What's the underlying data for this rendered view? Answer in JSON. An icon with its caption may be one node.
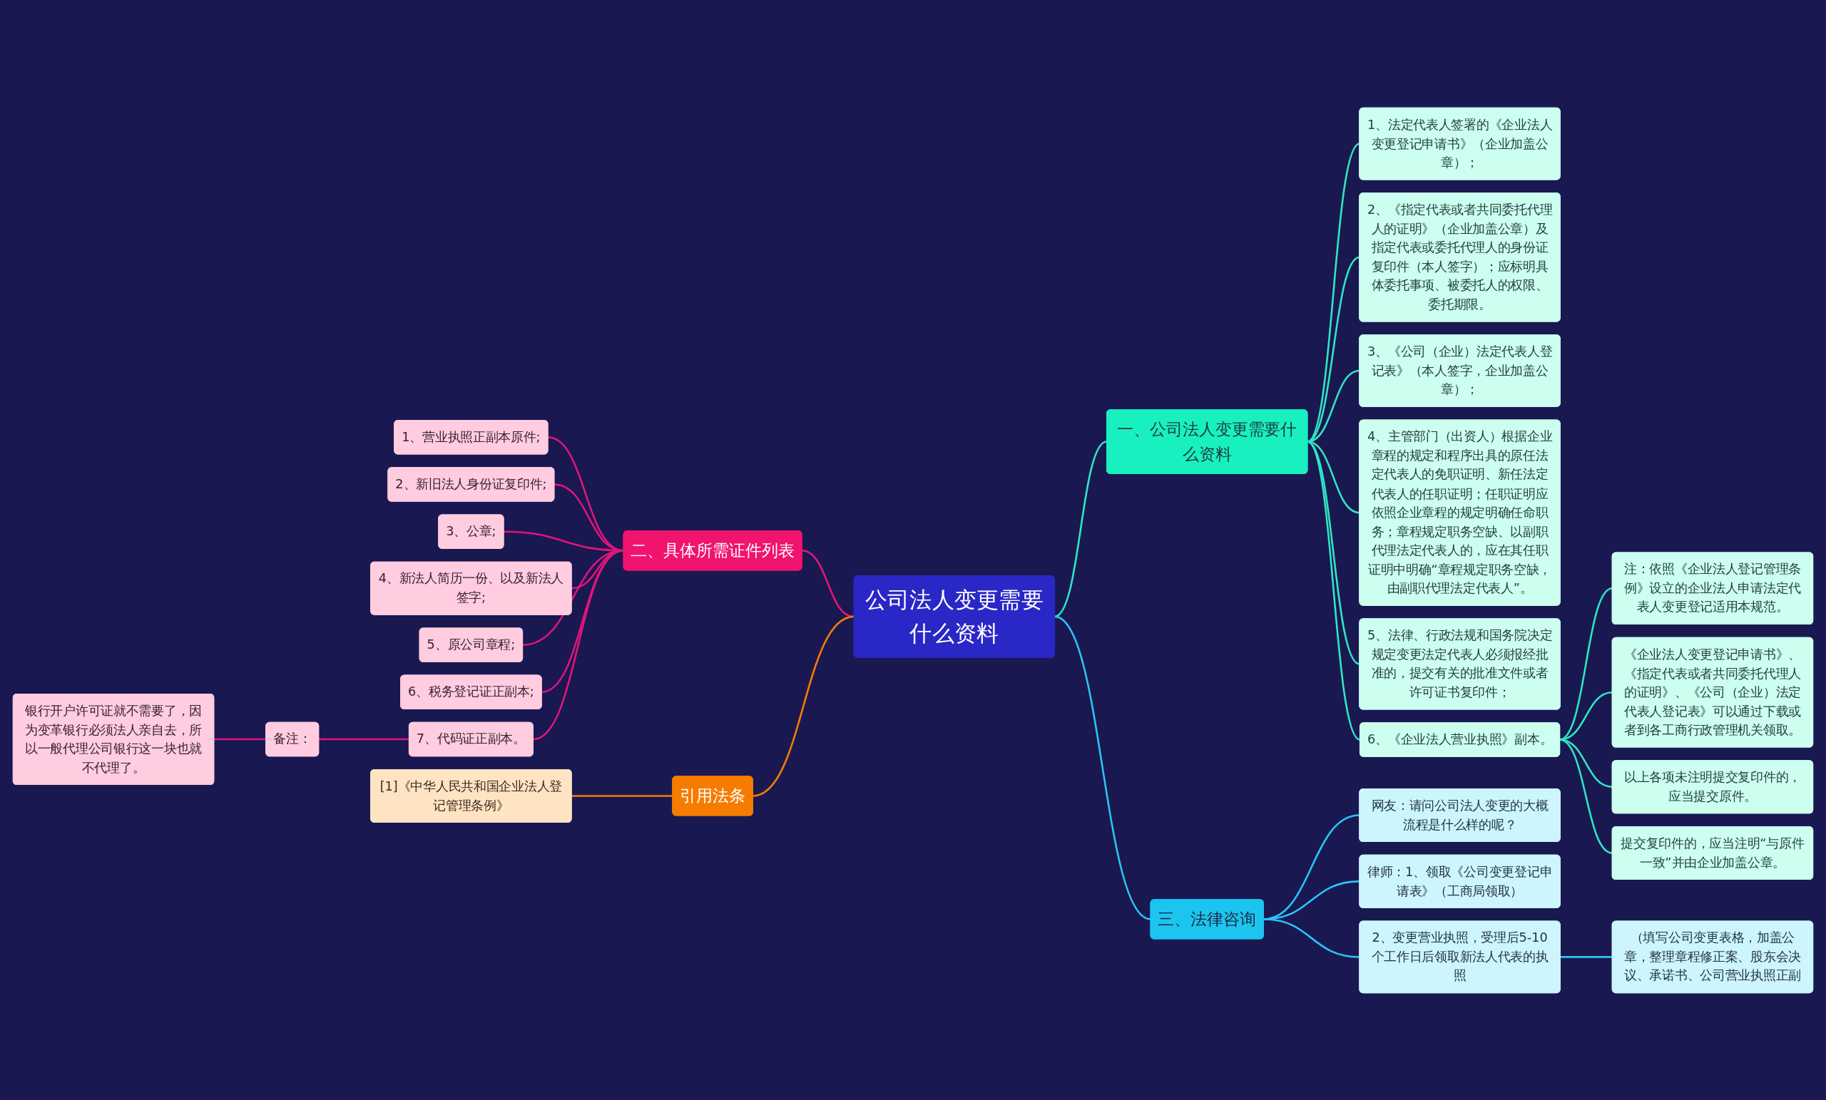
{
  "diagram": {
    "nodes": [
      {
        "text": [
          "公司法人变更需要什么资料"
        ]
      },
      {
        "text": [
          "一、公司法人变更需要什么资料"
        ]
      },
      {
        "text": [
          "1、法定代表人签署的《企业法人变更登记申请书》（企业加盖公章）；"
        ]
      },
      {
        "text": [
          "2、《指定代表或者共同委托代理人的证明》（企业加盖公章）及指定代表或委托代理人的身份证复印件（本人签字）；应标明具体委托事项、被委托人的权限、委托期限。"
        ]
      },
      {
        "text": [
          "3、《公司（企业）法定代表人登记表》（本人签字，企业加盖公章）；"
        ]
      },
      {
        "text": [
          "4、主管部门（出资人）根据企业章程的规定和程序出具的原任法定代表人的免职证明、新任法定代表人的任职证明；任职证明应依照企业章程的规定明确任命职务；章程规定职务空缺、以副职代理法定代表人的，应在其任职证明中明确“章程规定职务空缺，由副职代理法定代表人”。"
        ]
      },
      {
        "text": [
          "5、法律、行政法规和国务院决定规定变更法定代表人必须报经批准的，提交有关的批准文件或者许可证书复印件；"
        ]
      },
      {
        "text": [
          "6、《企业法人营业执照》副本。"
        ]
      },
      {
        "text": [
          "注：依照《企业法人登记管理条例》设立的企业法人申请法定代表人变更登记适用本规范。"
        ]
      },
      {
        "text": [
          "《企业法人变更登记申请书》、《指定代表或者共同委托代理人的证明》、《公司（企业）法定代表人登记表》可以通过下载或者到各工商行政管理机关领取。"
        ]
      },
      {
        "text": [
          "以上各项未注明提交复印件的，应当提交原件。"
        ]
      },
      {
        "text": [
          "提交复印件的，应当注明“与原件一致”并由企业加盖公章。"
        ]
      },
      {
        "text": [
          "三、法律咨询"
        ]
      },
      {
        "text": [
          "网友：请问公司法人变更的大概流程是什么样的呢？"
        ]
      },
      {
        "text": [
          "律师：1、领取《公司变更登记申请表》（工商局领取）"
        ]
      },
      {
        "text": [
          "2、变更营业执照，受理后5-10个工作日后领取新法人代表的执照"
        ]
      },
      {
        "text": [
          "（填写公司变更表格，加盖公章，整理章程修正案、股东会决议、承诺书、公司营业执照正副"
        ]
      },
      {
        "text": [
          "二、具体所需证件列表"
        ]
      },
      {
        "text": [
          "1、营业执照正副本原件;"
        ]
      },
      {
        "text": [
          "2、新旧法人身份证复印件;"
        ]
      },
      {
        "text": [
          "3、公章;"
        ]
      },
      {
        "text": [
          "4、新法人简历一份、以及新法人签字;"
        ]
      },
      {
        "text": [
          "5、原公司章程;"
        ]
      },
      {
        "text": [
          "6、税务登记证正副本;"
        ]
      },
      {
        "text": [
          "7、代码证正副本。"
        ]
      },
      {
        "text": [
          "备注："
        ]
      },
      {
        "text": [
          "银行开户许可证就不需要了，因为变革银行必须法人亲自去，所以一般代理公司银行这一块也就不代理了。"
        ]
      },
      {
        "text": [
          "引用法条"
        ]
      },
      {
        "text": [
          "[1]《中华人民共和国企业法人登记管理条例》"
        ]
      }
    ],
    "edges": [
      {
        "from": 0,
        "to": 1,
        "arrow": "none"
      },
      {
        "from": 1,
        "to": 2,
        "arrow": "none"
      },
      {
        "from": 1,
        "to": 3,
        "arrow": "none"
      },
      {
        "from": 1,
        "to": 4,
        "arrow": "none"
      },
      {
        "from": 1,
        "to": 5,
        "arrow": "none"
      },
      {
        "from": 1,
        "to": 6,
        "arrow": "none"
      },
      {
        "from": 1,
        "to": 7,
        "arrow": "none"
      },
      {
        "from": 7,
        "to": 8,
        "arrow": "none"
      },
      {
        "from": 7,
        "to": 9,
        "arrow": "none"
      },
      {
        "from": 7,
        "to": 10,
        "arrow": "none"
      },
      {
        "from": 7,
        "to": 11,
        "arrow": "none"
      },
      {
        "from": 0,
        "to": 12,
        "arrow": "none",
        "color": "#29c5f6"
      },
      {
        "from": 12,
        "to": 13,
        "arrow": "none",
        "color": "#29c5f6"
      },
      {
        "from": 12,
        "to": 14,
        "arrow": "none",
        "color": "#29c5f6"
      },
      {
        "from": 12,
        "to": 15,
        "arrow": "none",
        "color": "#29c5f6"
      },
      {
        "from": 15,
        "to": 16,
        "arrow": "none",
        "color": "#29c5f6"
      },
      {
        "from": 0,
        "to": 17,
        "arrow": "none",
        "color": "#e0157a"
      },
      {
        "from": 17,
        "to": 18,
        "arrow": "none",
        "color": "#e0157a"
      },
      {
        "from": 17,
        "to": 19,
        "arrow": "none",
        "color": "#e0157a"
      },
      {
        "from": 17,
        "to": 20,
        "arrow": "none",
        "color": "#e0157a"
      },
      {
        "from": 17,
        "to": 21,
        "arrow": "none",
        "color": "#e0157a"
      },
      {
        "from": 17,
        "to": 22,
        "arrow": "none",
        "color": "#e0157a"
      },
      {
        "from": 17,
        "to": 23,
        "arrow": "none",
        "color": "#e0157a"
      },
      {
        "from": 17,
        "to": 24,
        "arrow": "none",
        "color": "#e0157a"
      },
      {
        "from": 24,
        "to": 25,
        "arrow": "none",
        "color": "#e0157a"
      },
      {
        "from": 25,
        "to": 26,
        "arrow": "none",
        "color": "#e0157a"
      },
      {
        "from": 0,
        "to": 27,
        "arrow": "none",
        "color": "#f57c00"
      },
      {
        "from": 27,
        "to": 28,
        "arrow": "none",
        "color": "#f57c00"
      }
    ]
  }
}
